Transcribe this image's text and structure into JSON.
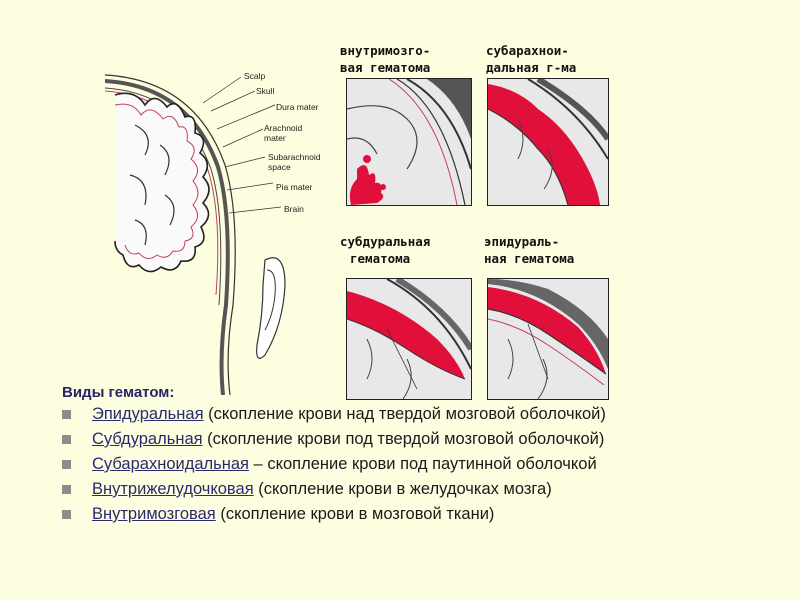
{
  "head_labels": {
    "scalp": "Scalp",
    "skull": "Skull",
    "dura": "Dura mater",
    "arachnoid_1": "Arachnoid",
    "arachnoid_2": "mater",
    "subarachnoid_1": "Subarachnoid",
    "subarachnoid_2": "space",
    "pia": "Pia mater",
    "brain": "Brain"
  },
  "panels": {
    "intracerebral": {
      "caption_1": "внутримозго-",
      "caption_2": "вая гематома"
    },
    "subarachnoid": {
      "caption_1": "субарахнои-",
      "caption_2": "дальная г-ма"
    },
    "subdural": {
      "caption_1": "субдуральная",
      "caption_2": "гематома"
    },
    "epidural": {
      "caption_1": "эпидураль-",
      "caption_2": "ная гематома"
    }
  },
  "types": {
    "title": "Виды гематом:",
    "items": [
      {
        "term": "Эпидуральная",
        "desc": " (скопление крови над твердой мозговой оболочкой)"
      },
      {
        "term": "Субдуральная",
        "desc": " (скопление крови под твердой мозговой оболочкой)"
      },
      {
        "term": "Субарахноидальная",
        "desc": " – скопление крови под паутинной оболочкой"
      },
      {
        "term": "Внутрижелудочковая",
        "desc": " (скопление крови в желудочках мозга)"
      },
      {
        "term": "Внутримозговая",
        "desc": " (скопление крови в мозговой ткани)"
      }
    ]
  },
  "colors": {
    "blood": "#e0103a",
    "background": "#fdfde0",
    "title": "#2a2366"
  }
}
